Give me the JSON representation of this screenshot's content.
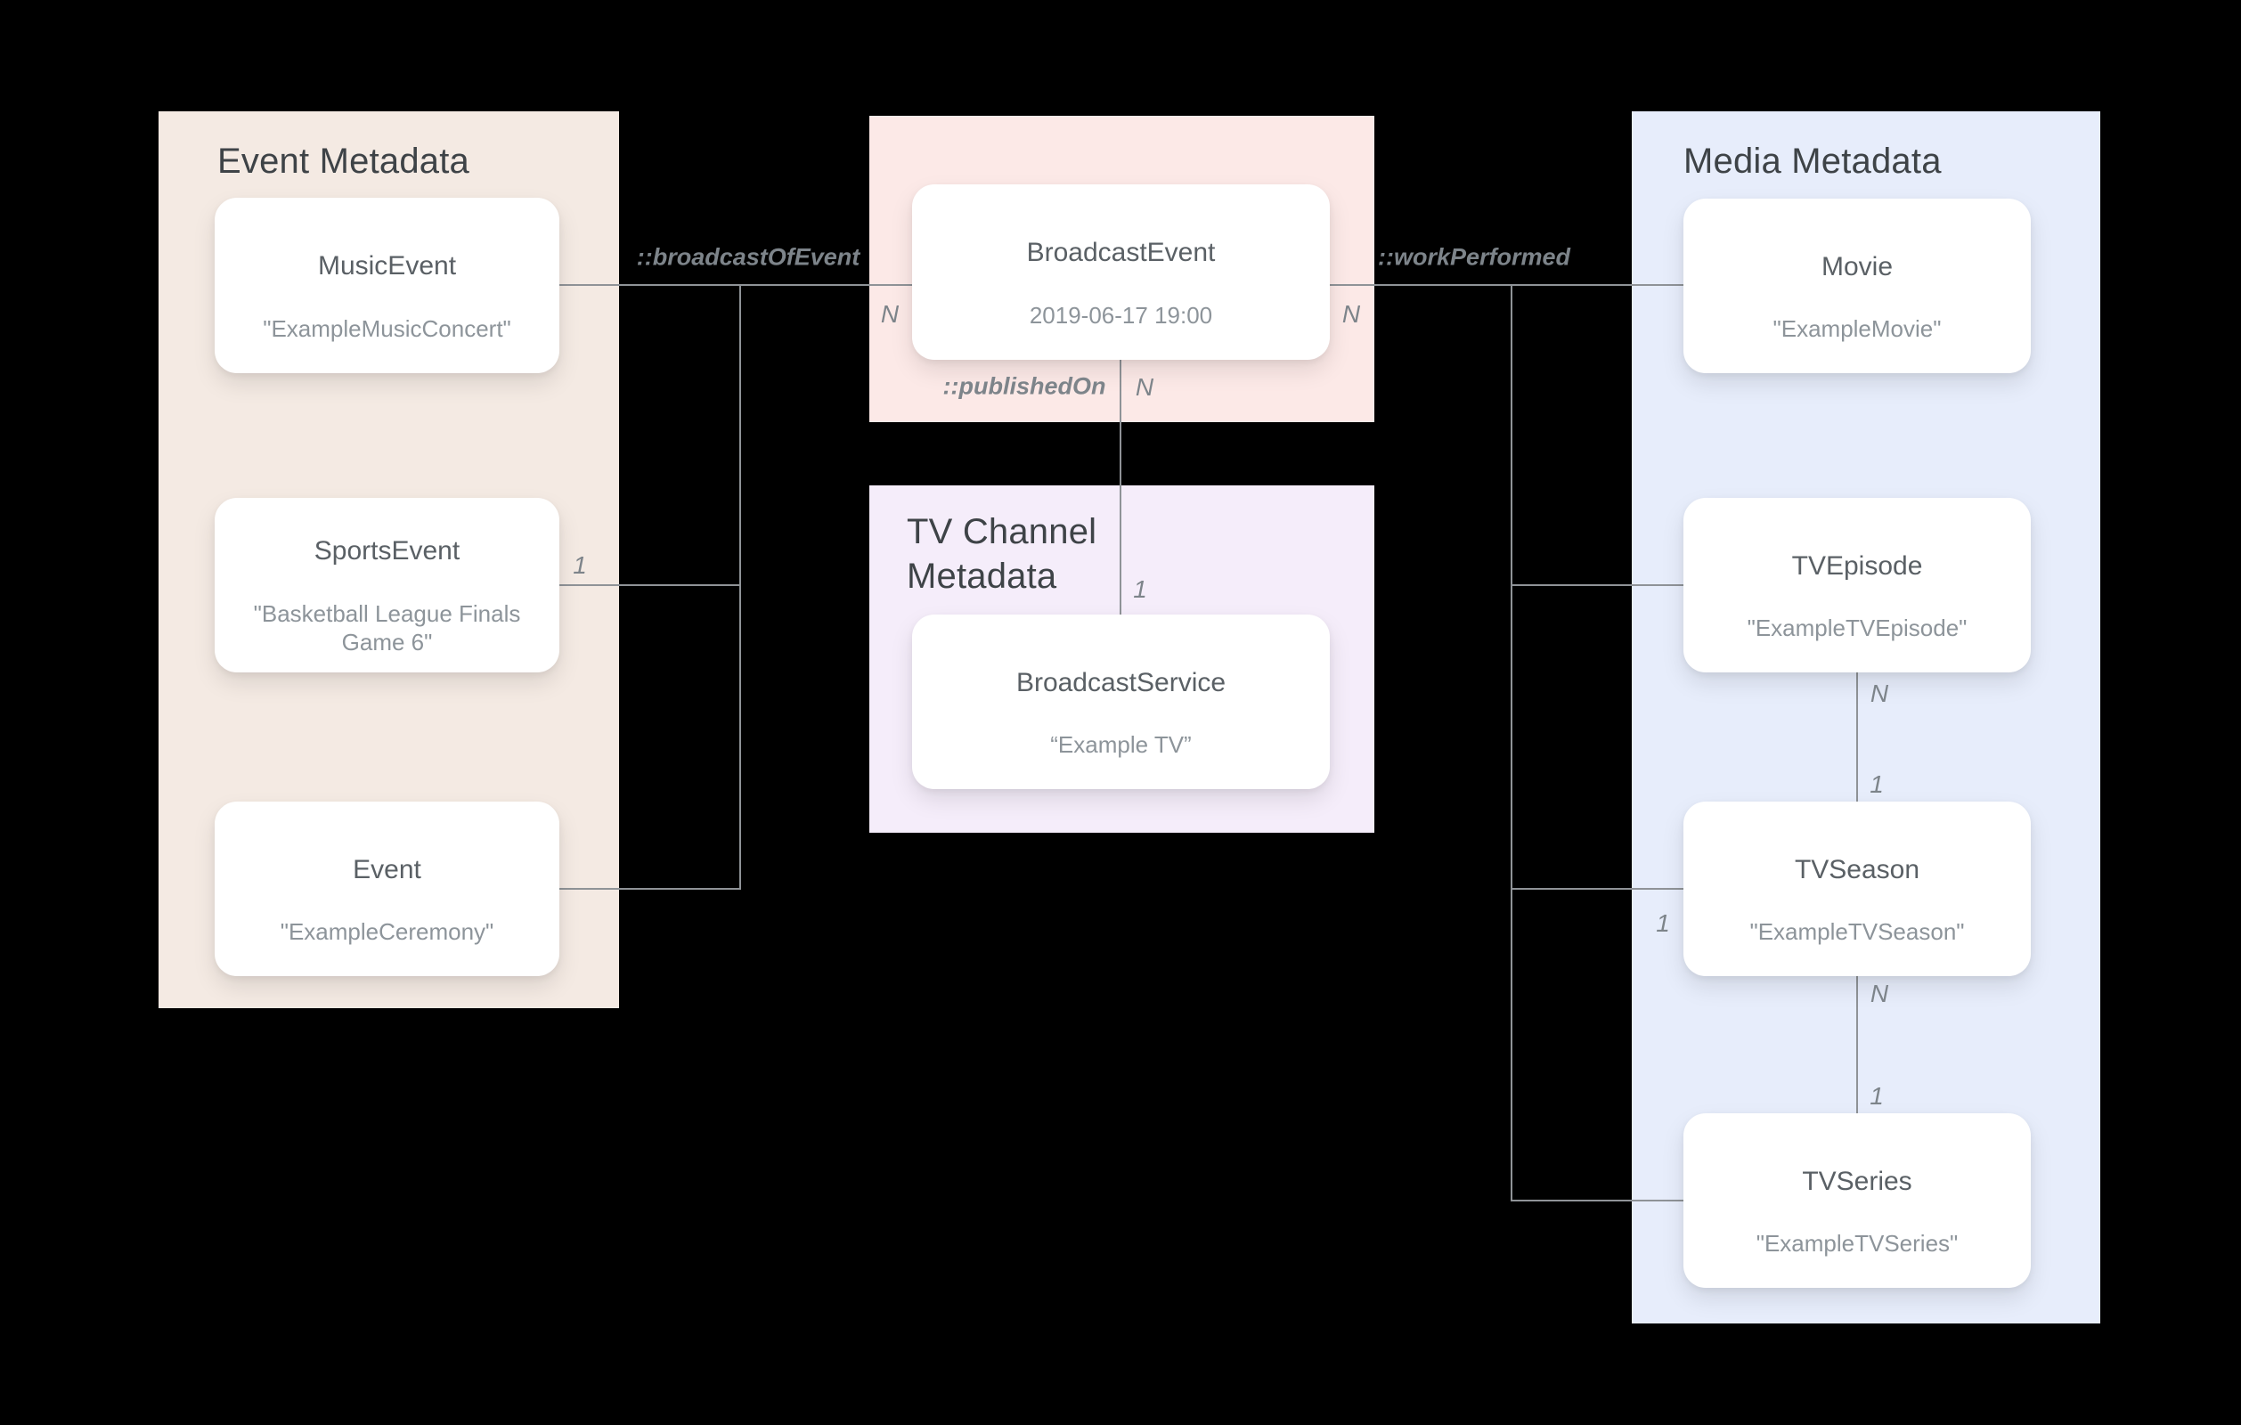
{
  "colors": {
    "background": "#000000",
    "panel_event": "#F4EAE3",
    "panel_broadcast": "#FCE9E7",
    "panel_tv_channel": "#F5EDFA",
    "panel_media": "#E7EDFB",
    "card_background": "#FFFFFF",
    "connector_line": "#8F9397",
    "panel_title_text": "#3E4347",
    "card_title_text": "#5A6065",
    "card_value_text": "#8D949A",
    "label_text": "#7D848A"
  },
  "panels": {
    "event": {
      "title": "Event Metadata"
    },
    "broadcast": {
      "title": ""
    },
    "tv_channel": {
      "title": "TV Channel Metadata"
    },
    "media": {
      "title": "Media Metadata"
    }
  },
  "cards": {
    "music_event": {
      "title": "MusicEvent",
      "value": "\"ExampleMusicConcert\""
    },
    "sports_event": {
      "title": "SportsEvent",
      "value": "\"Basketball League Finals Game 6\""
    },
    "event": {
      "title": "Event",
      "value": "\"ExampleCeremony\""
    },
    "broadcast_event": {
      "title": "BroadcastEvent",
      "value": "2019-06-17 19:00"
    },
    "broadcast_service": {
      "title": "BroadcastService",
      "value": "“Example TV”"
    },
    "movie": {
      "title": "Movie",
      "value": "\"ExampleMovie\""
    },
    "tv_episode": {
      "title": "TVEpisode",
      "value": "\"ExampleTVEpisode\""
    },
    "tv_season": {
      "title": "TVSeason",
      "value": "\"ExampleTVSeason\""
    },
    "tv_series": {
      "title": "TVSeries",
      "value": "\"ExampleTVSeries\""
    }
  },
  "relations": {
    "broadcast_of_event": "::broadcastOfEvent",
    "work_performed": "::workPerformed",
    "published_on": "::publishedOn"
  },
  "cardinalities": {
    "broadcast_event_left_n": "N",
    "broadcast_event_right_n": "N",
    "sports_event_one": "1",
    "published_on_n": "N",
    "published_on_one": "1",
    "tv_season_link_one": "1",
    "episode_season_n": "N",
    "episode_season_one": "1",
    "season_series_n": "N",
    "season_series_one": "1"
  }
}
